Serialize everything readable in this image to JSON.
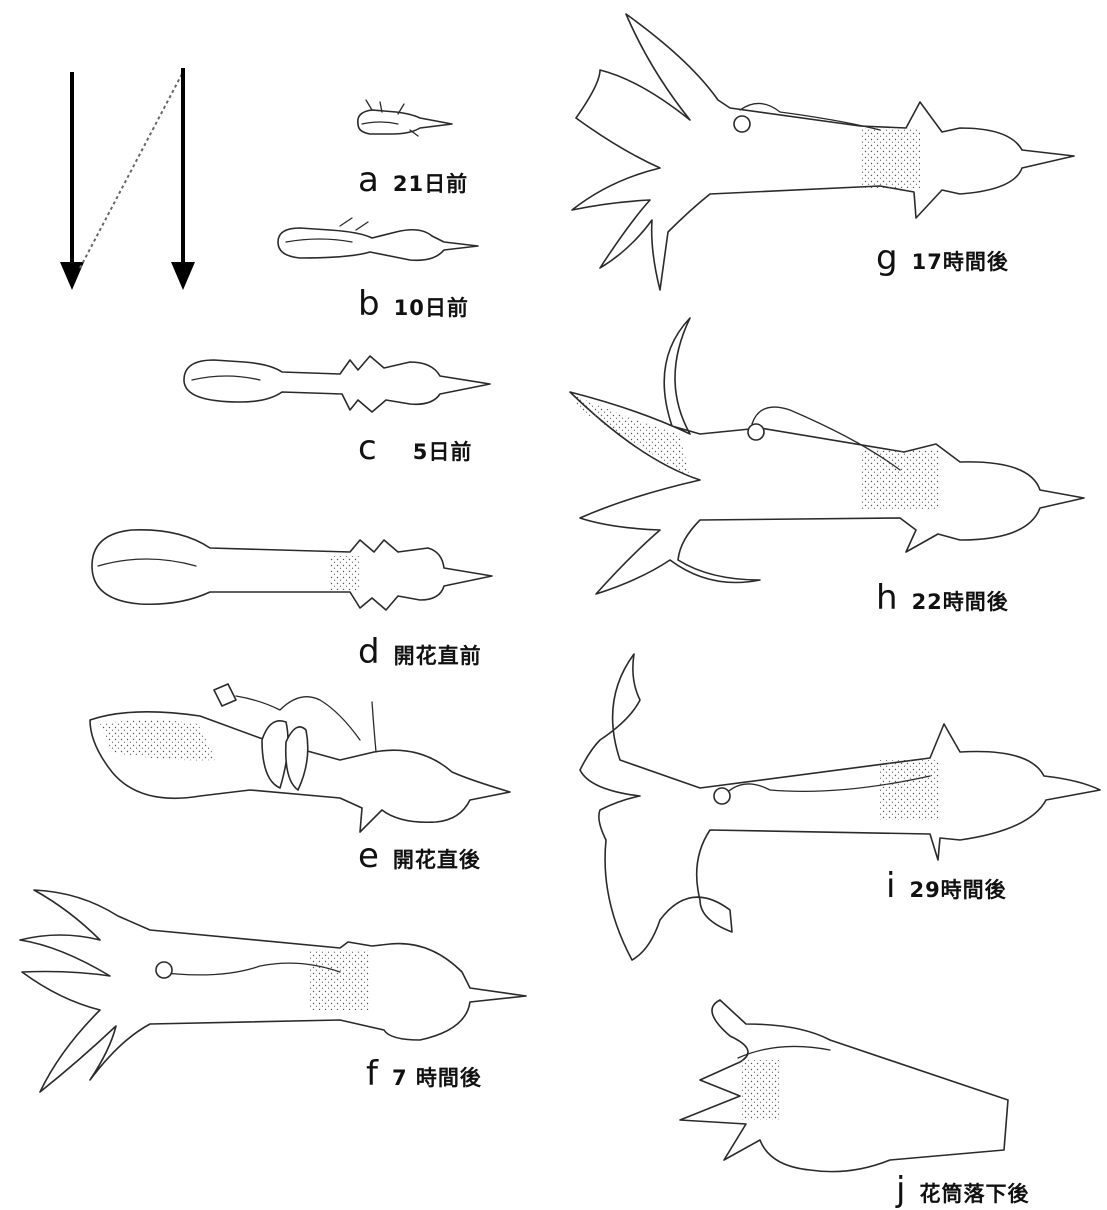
{
  "stages": [
    {
      "letter": "a",
      "time": "21日前"
    },
    {
      "letter": "b",
      "time": "10日前"
    },
    {
      "letter": "c",
      "time": "5日前"
    },
    {
      "letter": "d",
      "time": "開花直前"
    },
    {
      "letter": "e",
      "time": "開花直後"
    },
    {
      "letter": "f",
      "time": "7 時間後"
    },
    {
      "letter": "g",
      "time": "17時間後"
    },
    {
      "letter": "h",
      "time": "22時間後"
    },
    {
      "letter": "i",
      "time": "29時間後"
    },
    {
      "letter": "j",
      "time": "花筒落下後"
    }
  ],
  "reading_order": "left column top-to-bottom, then right column top-to-bottom",
  "colors": {
    "line": "#2a2a2a",
    "background": "#ffffff",
    "stipple": "#555555"
  }
}
